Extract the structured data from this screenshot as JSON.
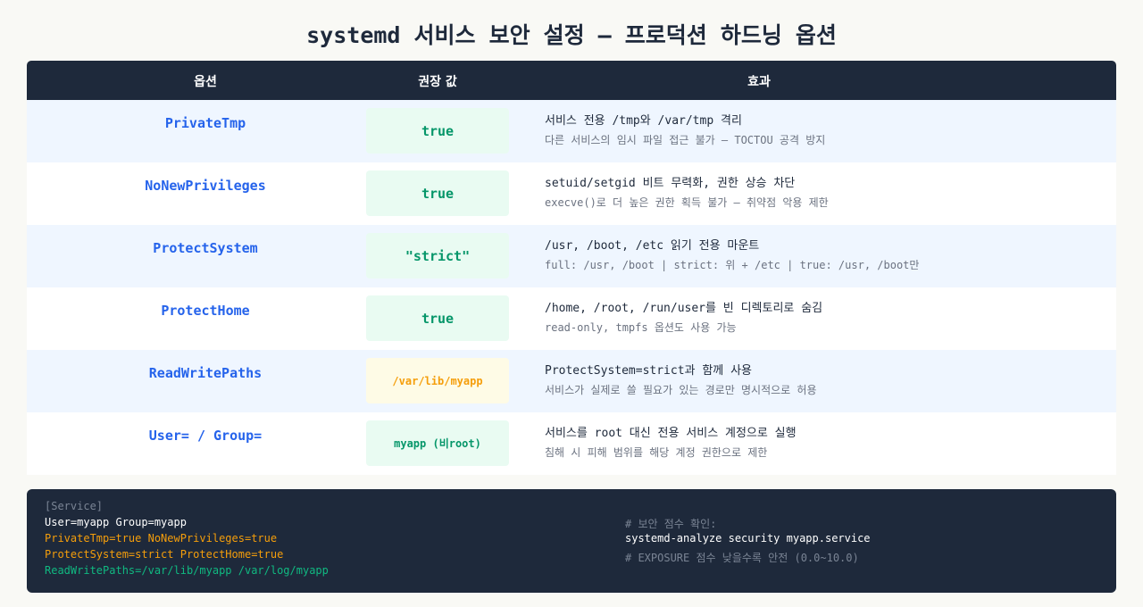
{
  "title": "systemd 서비스 보안 설정 — 프로덕션 하드닝 옵션",
  "table": {
    "headers": {
      "option": "옵션",
      "value": "권장 값",
      "effect": "효과"
    },
    "rows": [
      {
        "option": "PrivateTmp",
        "value": "true",
        "effect": "서비스 전용 /tmp와 /var/tmp 격리",
        "detail": "다른 서비스의 임시 파일 접근 불가 — TOCTOU 공격 방지"
      },
      {
        "option": "NoNewPrivileges",
        "value": "true",
        "effect": "setuid/setgid 비트 무력화, 권한 상승 차단",
        "detail": "execve()로 더 높은 권한 획득 불가 — 취약점 악용 제한"
      },
      {
        "option": "ProtectSystem",
        "value": "\"strict\"",
        "effect": "/usr, /boot, /etc 읽기 전용 마운트",
        "detail": "full: /usr, /boot | strict: 위 + /etc | true: /usr, /boot만"
      },
      {
        "option": "ProtectHome",
        "value": "true",
        "effect": "/home, /root, /run/user를 빈 디렉토리로 숨김",
        "detail": "read-only, tmpfs 옵션도 사용 가능"
      },
      {
        "option": "ReadWritePaths",
        "value": "/var/lib/myapp",
        "effect": "ProtectSystem=strict과 함께 사용",
        "detail": "서비스가 실제로 쓸 필요가 있는 경로만 명시적으로 허용"
      },
      {
        "option": "User= / Group=",
        "value": "myapp (비root)",
        "effect": "서비스를 root 대신 전용 서비스 계정으로 실행",
        "detail": "침해 시 피해 범위를 해당 계정 권한으로 제한"
      }
    ]
  },
  "code": {
    "left": {
      "section": "[Service]",
      "user_line": "User=myapp Group=myapp",
      "line1": "PrivateTmp=true NoNewPrivileges=true",
      "line2": "ProtectSystem=strict ProtectHome=true",
      "line3": "ReadWritePaths=/var/lib/myapp /var/log/myapp"
    },
    "right": {
      "comment1": "# 보안 점수 확인:",
      "command": "systemd-analyze security myapp.service",
      "comment2": "# EXPOSURE 점수 낮을수록 안전 (0.0~10.0)"
    }
  },
  "colors": {
    "header_bg": "#1e293b",
    "option_text": "#2563eb",
    "value_green": "#059669",
    "value_yellow": "#f59e0b",
    "row_alt": "#eff6ff"
  }
}
